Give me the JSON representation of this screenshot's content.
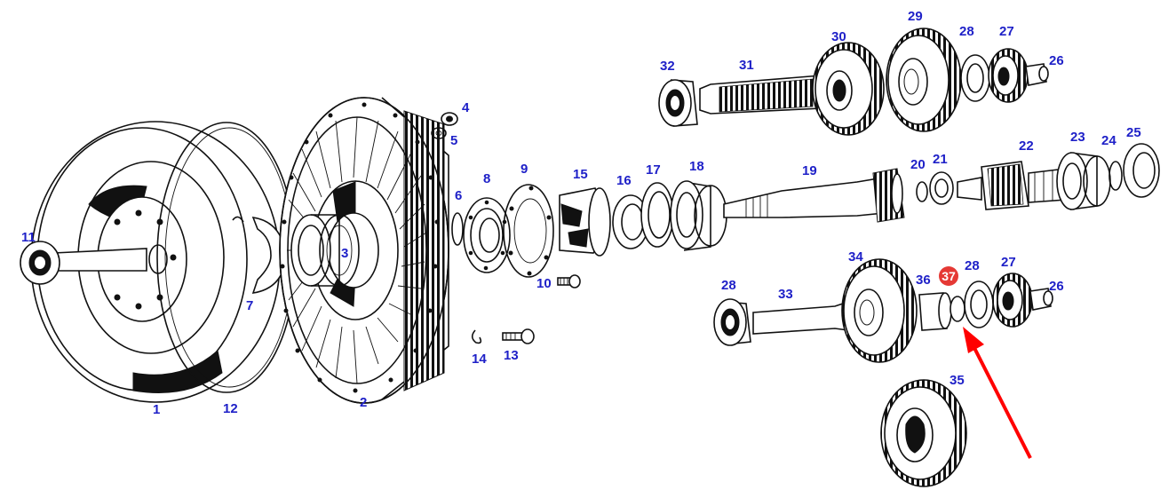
{
  "diagram": {
    "part_labels": [
      "1",
      "2",
      "3",
      "4",
      "5",
      "6",
      "7",
      "8",
      "9",
      "10",
      "11",
      "12",
      "13",
      "14",
      "15",
      "16",
      "17",
      "18",
      "19",
      "20",
      "21",
      "22",
      "23",
      "24",
      "25",
      "26",
      "27",
      "28",
      "29",
      "30",
      "31",
      "32",
      "33",
      "34",
      "35",
      "36",
      "37"
    ],
    "highlighted_label": "37",
    "colors": {
      "label_text": "#1f21c8",
      "highlight_fill": "#e53935",
      "arrow": "#ff0000",
      "line_art": "#111111"
    }
  }
}
